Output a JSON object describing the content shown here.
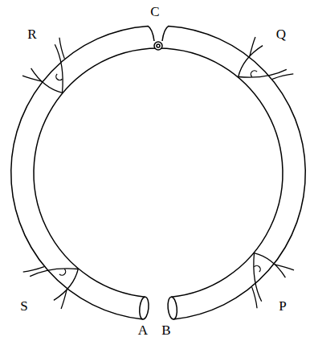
{
  "diagram": {
    "labels": [
      "R",
      "C",
      "Q",
      "S",
      "P",
      "A",
      "B"
    ]
  }
}
